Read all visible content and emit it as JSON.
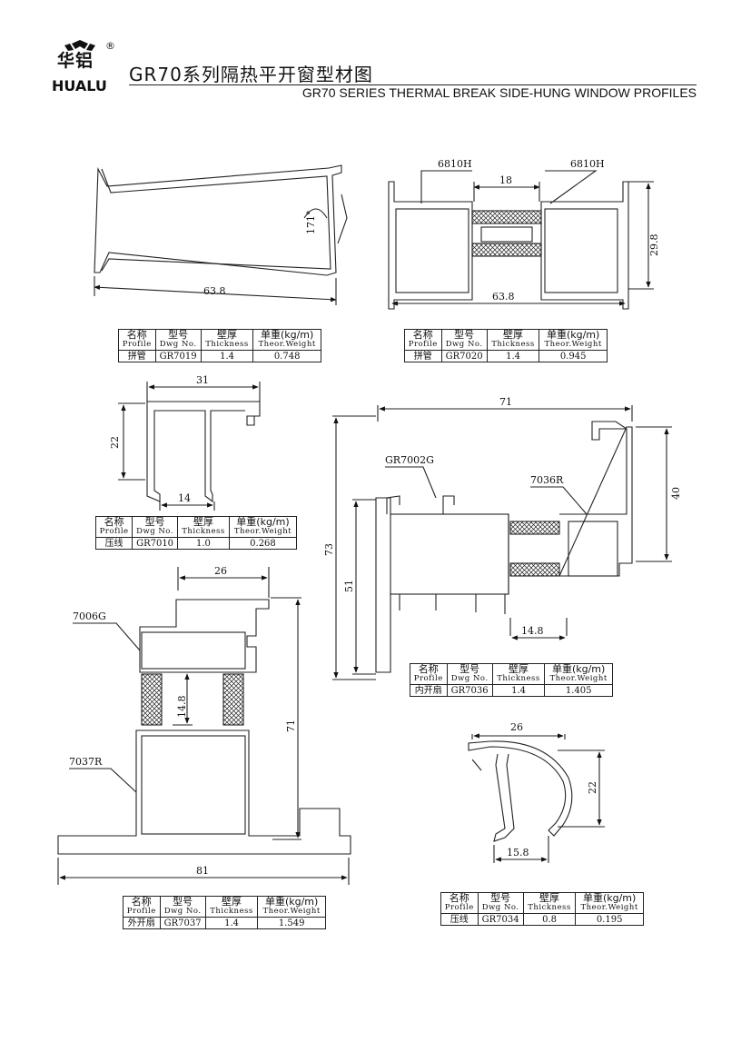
{
  "brand": {
    "name_cn": "华铝",
    "name_en": "HUALU",
    "reg_mark": "®"
  },
  "title": {
    "cn": "GR70系列隔热平开窗型材图",
    "en": "GR70 SERIES THERMAL BREAK SIDE-HUNG WINDOW PROFILES"
  },
  "table_headers": {
    "name_cn": "名称",
    "name_en": "Profile",
    "dwg_cn": "型号",
    "dwg_en": "Dwg No.",
    "thick_cn": "壁厚",
    "thick_en": "Thickness",
    "weight_cn": "单重(kg/m)",
    "weight_en": "Theor.Weight"
  },
  "profiles": [
    {
      "name": "拼管",
      "dwg": "GR7019",
      "thickness": "1.4",
      "weight": "0.748"
    },
    {
      "name": "拼管",
      "dwg": "GR7020",
      "thickness": "1.4",
      "weight": "0.945"
    },
    {
      "name": "压线",
      "dwg": "GR7010",
      "thickness": "1.0",
      "weight": "0.268"
    },
    {
      "name": "内开扇",
      "dwg": "GR7036",
      "thickness": "1.4",
      "weight": "1.405"
    },
    {
      "name": "外开扇",
      "dwg": "GR7037",
      "thickness": "1.4",
      "weight": "1.549"
    },
    {
      "name": "压线",
      "dwg": "GR7034",
      "thickness": "0.8",
      "weight": "0.195"
    }
  ],
  "dimensions": {
    "gr7019_width": "63.8",
    "gr7019_angle": "171°",
    "gr7020_strip_left": "6810H",
    "gr7020_strip_right": "6810H",
    "gr7020_gap": "18",
    "gr7020_height": "29.8",
    "gr7020_width": "63.8",
    "gr7010_width": "31",
    "gr7010_height": "22",
    "gr7010_inner": "14",
    "gr7036_width": "71",
    "gr7036_height": "40",
    "gr7036_total": "73",
    "gr7036_mid": "51",
    "gr7036_strip": "14.8",
    "gr7036_label_frame": "GR7002G",
    "gr7036_label_strip": "7036R",
    "gr7037_top": "26",
    "gr7037_strip": "14.8",
    "gr7037_height": "71",
    "gr7037_width": "81",
    "gr7037_label_top": "7006G",
    "gr7037_label_bottom": "7037R",
    "gr7034_width": "26",
    "gr7034_height": "22",
    "gr7034_base": "15.8"
  }
}
